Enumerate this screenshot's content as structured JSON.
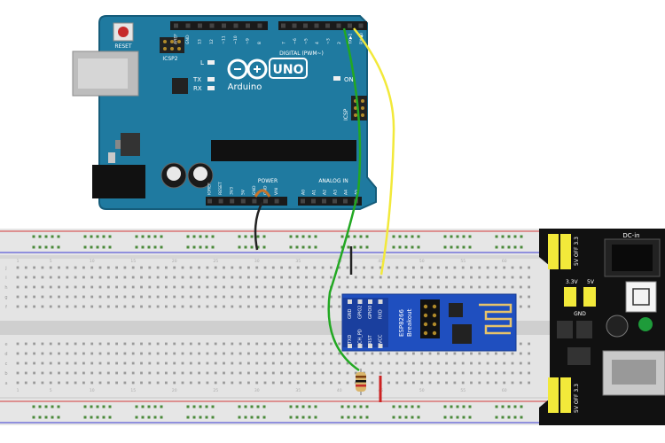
{
  "arduino": {
    "reset_label": "RESET",
    "icsp2_label": "ICSP2",
    "brand": "Arduino",
    "model": "UNO",
    "digital_label": "DIGITAL (PWM~)",
    "analog_label": "ANALOG IN",
    "power_label": "POWER",
    "icsp_label": "ICSP",
    "on_label": "ON",
    "l_label": "L",
    "tx_label": "TX",
    "rx_label": "RX",
    "top_pins_left": [
      "AREF",
      "GND",
      "13",
      "12",
      "~11",
      "~10",
      "~9",
      "8"
    ],
    "top_pins_right": [
      "7",
      "~6",
      "~5",
      "4",
      "~3",
      "2",
      "TX▶1",
      "RX◀0"
    ],
    "power_pins": [
      "IOREF",
      "RESET",
      "3V3",
      "5V",
      "GND",
      "GND",
      "VIN"
    ],
    "analog_pins": [
      "A0",
      "A1",
      "A2",
      "A3",
      "A4",
      "A5"
    ],
    "board_color": "#1f7aa0"
  },
  "esp": {
    "title": "ESP8266",
    "subtitle": "Breakout",
    "top_pins": [
      "GND",
      "GPIO2",
      "GPIO0",
      "RXD"
    ],
    "bottom_pins": [
      "TXD",
      "CH_PD",
      "RST",
      "VCC"
    ],
    "color": "#1f4fbf"
  },
  "breadboard": {
    "row_letters_top": [
      "j",
      "i",
      "h",
      "g",
      "f"
    ],
    "row_letters_bottom": [
      "e",
      "d",
      "c",
      "b",
      "a"
    ],
    "column_numbers": [
      "1",
      "5",
      "10",
      "15",
      "20",
      "25",
      "30",
      "35",
      "40",
      "45",
      "50",
      "55",
      "60"
    ]
  },
  "power_module": {
    "dc_in_label": "DC-in",
    "top_jumper_label": "5V OFF 3.3",
    "bottom_jumper_label": "5V OFF 3.3",
    "label_33v": "3.3V",
    "label_5v": "5V",
    "gnd_label": "GND"
  },
  "wires": {
    "green": "#22a822",
    "yellow": "#f2e93a",
    "black": "#222222",
    "orange": "#c8742a",
    "red": "#cc2222"
  }
}
